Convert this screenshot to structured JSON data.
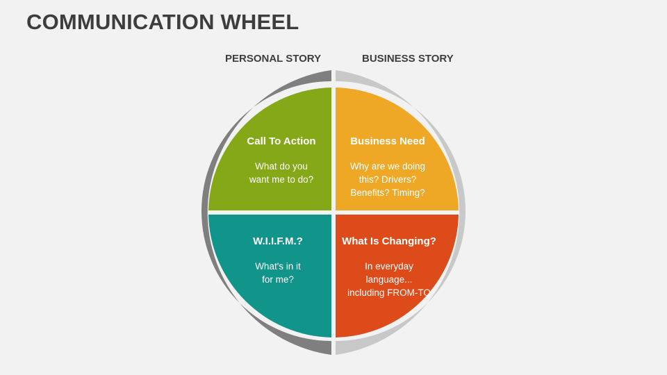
{
  "title": "COMMUNICATION WHEEL",
  "labels": {
    "left": "PERSONAL STORY",
    "right": "BUSINESS STORY"
  },
  "colors": {
    "left_ring": "#7f7f7f",
    "right_ring": "#c8c8c8",
    "call_to_action": "#84a817",
    "business_need": "#eea826",
    "wiifm": "#11948a",
    "what_is_changing": "#dd4b1b"
  },
  "quadrants": {
    "top_left": {
      "heading": "Call To Action",
      "body": "What do you\nwant me to do?"
    },
    "top_right": {
      "heading": "Business Need",
      "body": "Why are we doing\nthis? Drivers?\nBenefits? Timing?"
    },
    "bottom_left": {
      "heading": "W.I.I.F.M.?",
      "body": "What's in it\nfor me?"
    },
    "bottom_right": {
      "heading": "What Is Changing?",
      "body": "In everyday\nlanguage...\nincluding FROM-TO"
    }
  }
}
